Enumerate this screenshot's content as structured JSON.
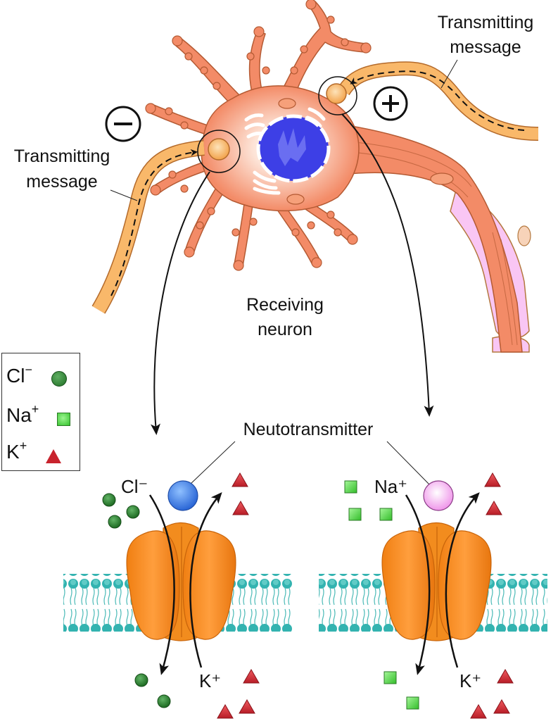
{
  "labels": {
    "transmitting_top": [
      "Transmitting",
      "message"
    ],
    "transmitting_left": [
      "Transmitting",
      "message"
    ],
    "receiving": [
      "Receiving",
      "neuron"
    ],
    "neurotransmitter": "Neutotransmitter",
    "inhibitory_sign": "−",
    "excitatory_sign": "+",
    "left_channel_in": "Cl⁻",
    "left_channel_out": "K⁺",
    "right_channel_in": "Na⁺",
    "right_channel_out": "K⁺"
  },
  "legend": {
    "items": [
      {
        "ion": "Cl",
        "charge": "−",
        "symbol": "circle",
        "color": "#2e7d32"
      },
      {
        "ion": "Na",
        "charge": "+",
        "symbol": "square",
        "color": "#4cd43f"
      },
      {
        "ion": "K",
        "charge": "+",
        "symbol": "triangle",
        "color": "#c8232d"
      }
    ]
  },
  "colors": {
    "neuron": "#f38b67",
    "neuron_outline": "#b45a33",
    "axon_terminal": "#f9b86a",
    "nucleus": "#3d3fe6",
    "myelin": "#f9c6f4",
    "channel": "#f78a1d",
    "membrane": "#5cc6c4",
    "neurotransmitter_inhibitory": "#3a7fe8",
    "neurotransmitter_excitatory": "#f3a4f0"
  },
  "channels": [
    {
      "name": "inhibitory",
      "ion_in": "Cl⁻",
      "ion_out": "K⁺",
      "transmitter_color": "#3a7fe8"
    },
    {
      "name": "excitatory",
      "ion_in": "Na⁺",
      "ion_out": "K⁺",
      "transmitter_color": "#f3a4f0"
    }
  ]
}
